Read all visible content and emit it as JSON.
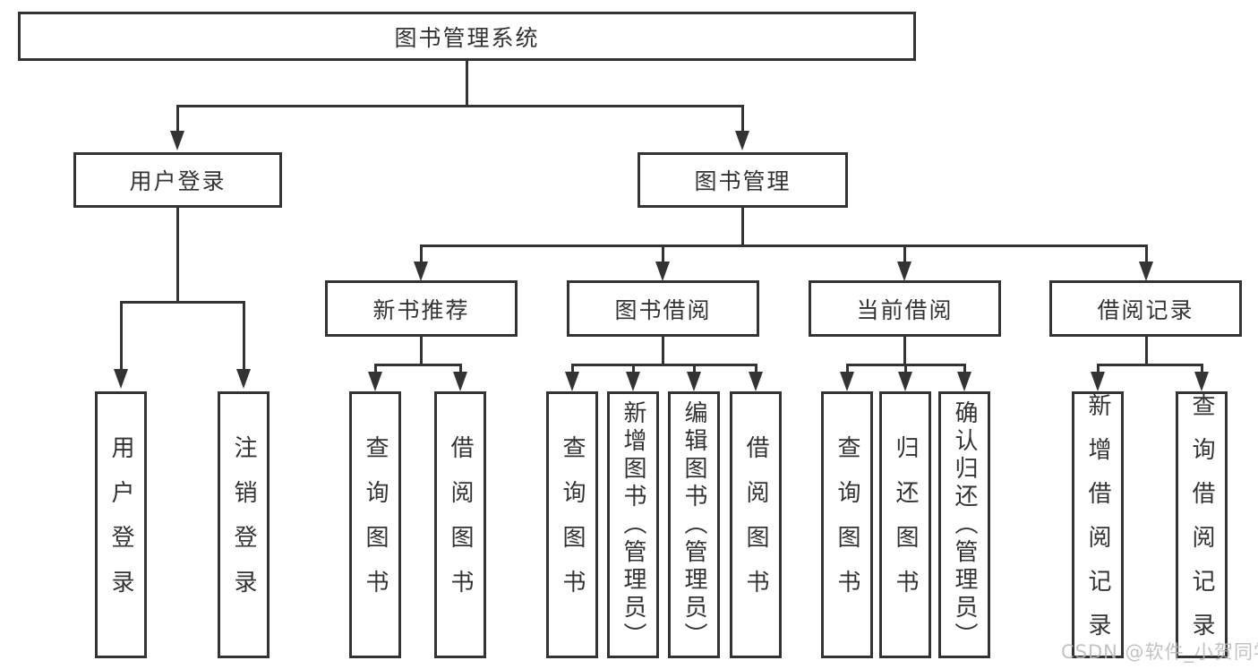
{
  "diagram": {
    "root": {
      "label": "图书管理系统"
    },
    "user_login": {
      "label": "用户登录",
      "children": [
        {
          "label": "用户登录"
        },
        {
          "label": "注销登录"
        }
      ]
    },
    "book_mgmt": {
      "label": "图书管理",
      "children": [
        {
          "label": "新书推荐",
          "children": [
            {
              "label": "查询图书"
            },
            {
              "label": "借阅图书"
            }
          ]
        },
        {
          "label": "图书借阅",
          "children": [
            {
              "label": "查询图书"
            },
            {
              "label": "新增图书（管理员）"
            },
            {
              "label": "编辑图书（管理员）"
            },
            {
              "label": "借阅图书"
            }
          ]
        },
        {
          "label": "当前借阅",
          "children": [
            {
              "label": "查询图书"
            },
            {
              "label": "归还图书"
            },
            {
              "label": "确认归还（管理员）"
            }
          ]
        },
        {
          "label": "借阅记录",
          "children": [
            {
              "label": "新增借阅记录"
            },
            {
              "label": "查询借阅记录"
            }
          ]
        }
      ]
    }
  },
  "watermark": {
    "text": "CSDN @软件_小贺同学"
  },
  "colors": {
    "line": "#333333",
    "text": "#333333",
    "watermark_color": "#b8b8b8",
    "background": "#ffffff"
  }
}
